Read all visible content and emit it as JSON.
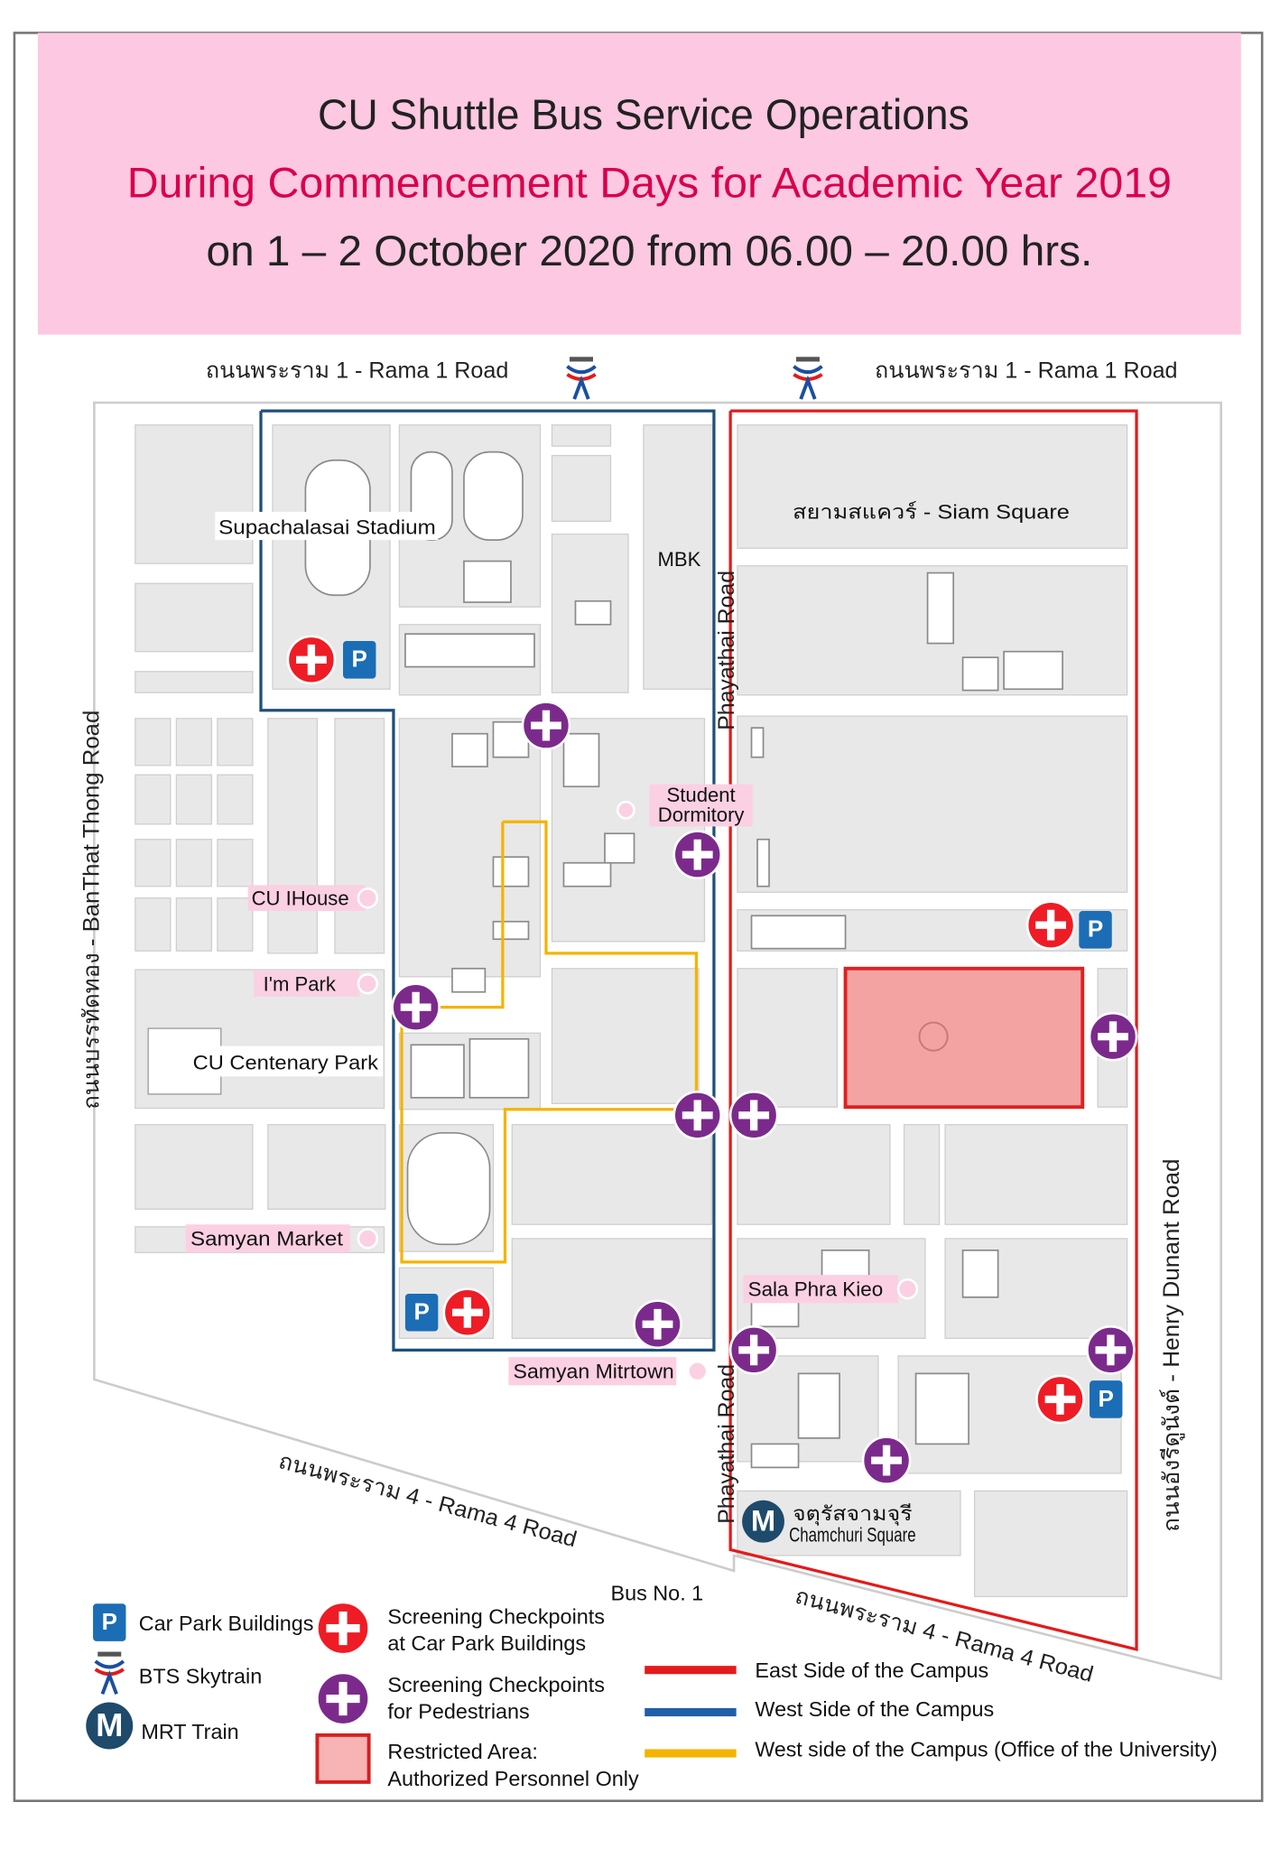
{
  "header": {
    "line1": "CU Shuttle Bus Service Operations",
    "line2": "During Commencement Days for Academic Year 2019",
    "line3": "on 1 – 2 October 2020 from 06.00 – 20.00 hrs.",
    "background_color": "#fdc8e1",
    "line2_color": "#d9004c"
  },
  "roads": {
    "rama1_left": "ถนนพระราม 1 - Rama 1 Road",
    "rama1_right": "ถนนพระราม 1 - Rama 1 Road",
    "banthat_thong": "ถนนบรรทัดทอง - BanThat Thong Road",
    "henry_dunant": "ถนนอังรีดูนังต์ - Henry Dunant Road",
    "phayathai_top": "Phayathai Road",
    "phayathai_bottom": "Phayathai Road",
    "rama4_left": "ถนนพระราม 4 - Rama 4 Road",
    "rama4_right": "ถนนพระราม 4 - Rama 4 Road"
  },
  "places": {
    "stadium": "Supachalasai Stadium",
    "mbk": "MBK",
    "siam_square": "สยามสแควร์ - Siam Square",
    "student_dormitory_1": "Student",
    "student_dormitory_2": "Dormitory",
    "cu_ihouse": "CU IHouse",
    "im_park": "I'm Park",
    "centenary_park": "CU Centenary Park",
    "samyan_market": "Samyan Market",
    "sala_phra_kieo": "Sala Phra Kieo",
    "samyan_mitrtown": "Samyan Mitrtown",
    "chamchuri_th": "จตุรัสจามจุรี",
    "chamchuri_en": "Chamchuri Square"
  },
  "legend": {
    "bus_no": "Bus No. 1",
    "car_park": "Car Park Buildings",
    "bts": "BTS Skytrain",
    "mrt": "MRT Train",
    "screen_carpark_1": "Screening Checkpoints",
    "screen_carpark_2": "at Car Park Buildings",
    "screen_ped_1": "Screening Checkpoints",
    "screen_ped_2": "for Pedestrians",
    "restricted_1": "Restricted Area:",
    "restricted_2": "Authorized Personnel Only",
    "east": "East Side of the Campus",
    "west": "West Side of the Campus",
    "west_office": "West side of the Campus (Office of the University)"
  },
  "icons": {
    "parking_letter": "P",
    "mrt_letter": "M",
    "checkpoint": "plus-circle-icon",
    "parking": "parking-icon",
    "bts": "bts-logo-icon",
    "mrt": "mrt-logo-icon"
  },
  "colors": {
    "east_route": "#e31b1b",
    "west_route": "#1f5fa8",
    "west_office_route": "#f4b400",
    "car_park_checkpoint": "#ee1c25",
    "pedestrian_checkpoint": "#7b2a8c",
    "restricted_fill": "#f4a3a3",
    "parking_blue": "#1b6db5",
    "mrt_navy": "#1e4a6b"
  }
}
